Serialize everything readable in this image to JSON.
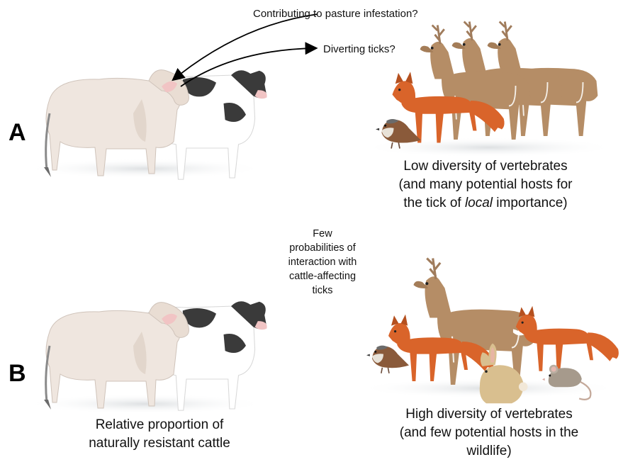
{
  "panel_a": {
    "label": "A",
    "arrow_label_1": "Contributing to pasture infestation?",
    "arrow_label_2": "Diverting ticks?",
    "caption_line1": "Low diversity of vertebrates",
    "caption_line2": "(and many potential hosts for",
    "caption_line3_pre": "the tick of ",
    "caption_line3_italic": "local",
    "caption_line3_post": " importance)"
  },
  "panel_b": {
    "label": "B",
    "middle_note": [
      "Few",
      "probabilities of",
      "interaction with",
      "cattle-affecting",
      "ticks"
    ],
    "cattle_caption": [
      "Relative proportion of",
      "naturally resistant cattle"
    ],
    "wildlife_caption": [
      "High diversity of vertebrates",
      "(and few potential hosts in the",
      "wildlife)"
    ]
  },
  "colors": {
    "zebu": "#efe6df",
    "holstein_black": "#3a3a3a",
    "deer": "#b58d66",
    "fox": "#d9642a",
    "rabbit": "#d9bf8f",
    "mouse": "#a69a8c",
    "sparrow": "#8a5a3a"
  },
  "icons": [
    "zebu-cow",
    "holstein-cow",
    "deer",
    "red-fox",
    "sparrow",
    "rabbit",
    "mouse"
  ]
}
